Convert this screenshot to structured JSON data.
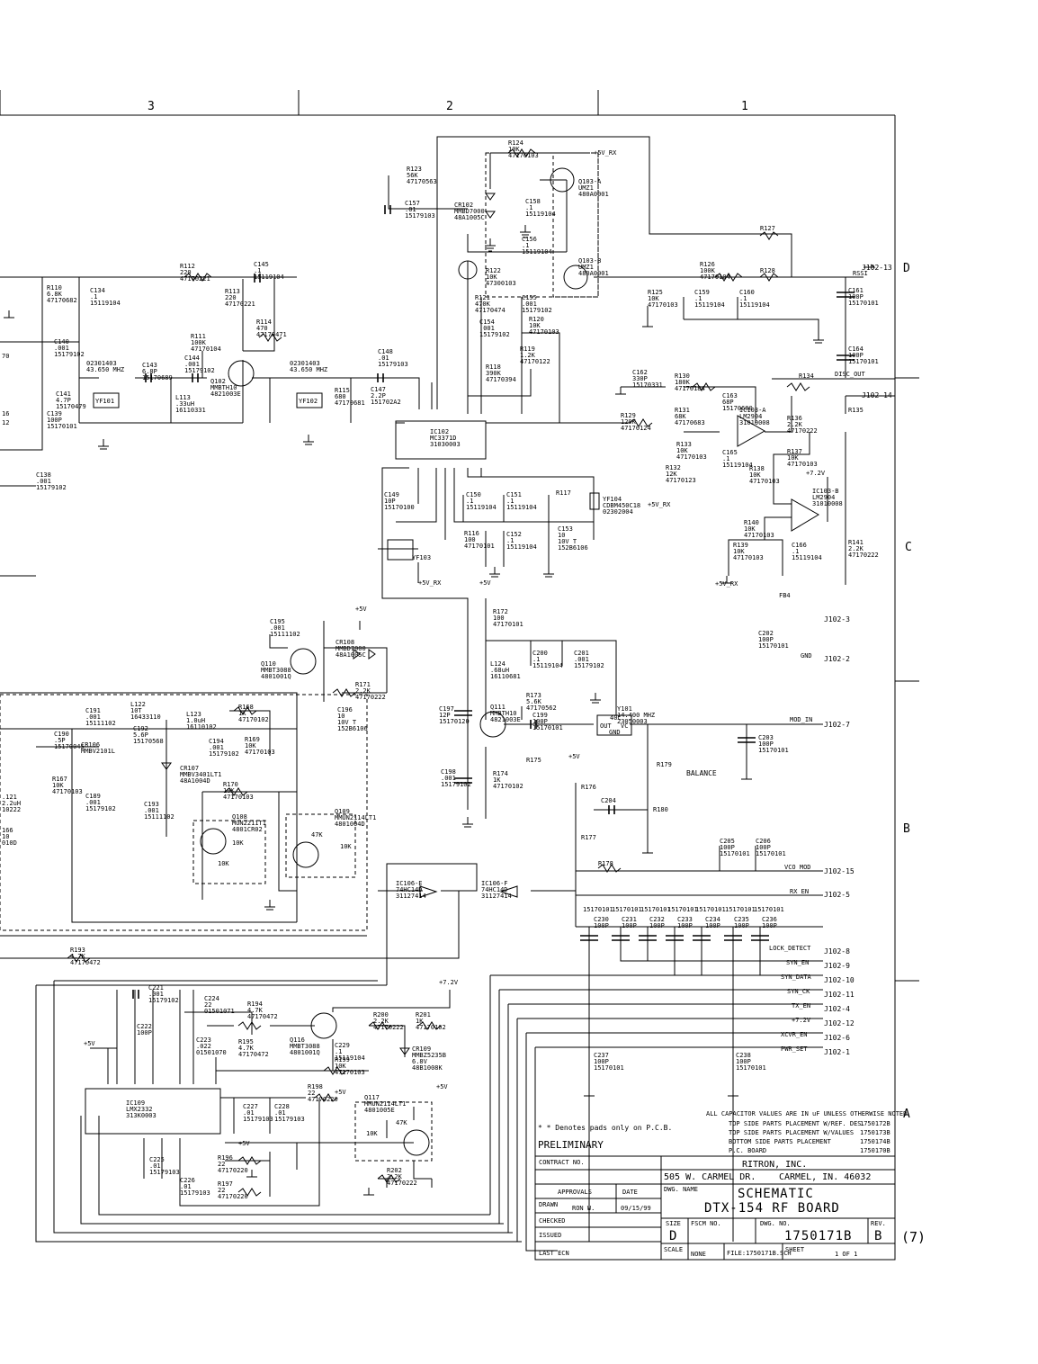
{
  "zones": {
    "top": [
      "3",
      "2",
      "1"
    ],
    "right": [
      "D",
      "C",
      "B",
      "A"
    ]
  },
  "components": {
    "R124": [
      "R124",
      "10K",
      "47170103"
    ],
    "R123": [
      "R123",
      "56K",
      "47170563"
    ],
    "C157": [
      "C157",
      ".01",
      "15179103"
    ],
    "CR102": [
      "CR102",
      "MMBD7000",
      "48A1005C"
    ],
    "C158": [
      "C158",
      ".1",
      "15119104"
    ],
    "C156": [
      "C156",
      ".1",
      "15119104"
    ],
    "Q103A": [
      "Q103-A",
      "UMZ1",
      "480A0001"
    ],
    "Q103B": [
      "Q103-B",
      "UMZ1",
      "480A0001"
    ],
    "R127": [
      "R127"
    ],
    "R126": [
      "R126",
      "100K",
      "47170104"
    ],
    "R128": [
      "R128"
    ],
    "R125": [
      "R125",
      "10K",
      "47170103"
    ],
    "C159": [
      "C159",
      ".1",
      "15119104"
    ],
    "C160": [
      "C160",
      ".1",
      "15119104"
    ],
    "C161": [
      "C161",
      "100P",
      "15170101"
    ],
    "C164": [
      "C164",
      "100P",
      "15170101"
    ],
    "R122": [
      "R122",
      "10K",
      "47300103"
    ],
    "R121": [
      "R121",
      "470K",
      "47170474"
    ],
    "C155": [
      "C155",
      ".001",
      "15179102"
    ],
    "C154": [
      "C154",
      ".001",
      "15179102"
    ],
    "R120": [
      "R120",
      "10K",
      "47170103"
    ],
    "R119": [
      "R119",
      "1.2K",
      "47170122"
    ],
    "R118": [
      "R118",
      "390K",
      "47170394"
    ],
    "R110": [
      "R110",
      "6.8K",
      "47170682"
    ],
    "C134": [
      "C134",
      ".1",
      "15119104"
    ],
    "R112": [
      "R112",
      "220",
      "47170221"
    ],
    "C145": [
      "C145",
      ".1",
      "15119104"
    ],
    "R113": [
      "R113",
      "220",
      "47170221"
    ],
    "R114": [
      "R114",
      "470",
      "47170471"
    ],
    "R111": [
      "R111",
      "100K",
      "47170104"
    ],
    "C144": [
      "C144",
      ".001",
      "15179102"
    ],
    "Q102": [
      "Q102",
      "MMBTH10",
      "4821003E"
    ],
    "C143": [
      "C143",
      "6.8P",
      "15170689"
    ],
    "L113": [
      "L113",
      ".33uH",
      "16110331"
    ],
    "C140": [
      "C140",
      ".001",
      "15179102"
    ],
    "C141": [
      "C141",
      "4.7P",
      "15170479"
    ],
    "C139": [
      "C139",
      "100P",
      "15170101"
    ],
    "C138": [
      "C138",
      ".001",
      "15179102"
    ],
    "YF101": [
      "YF101"
    ],
    "YF101_spec": [
      "02301403",
      "43.650 MHZ"
    ],
    "YF102": [
      "YF102"
    ],
    "YF102_spec": [
      "02301403",
      "43.650 MHZ"
    ],
    "R115": [
      "R115",
      "680",
      "47170681"
    ],
    "C148": [
      "C148",
      ".01",
      "15179103"
    ],
    "C147": [
      "C147",
      "2.2P",
      "151702A2"
    ],
    "IC102": [
      "IC102",
      "MC3371D",
      "31030003"
    ],
    "C162": [
      "C162",
      "330P",
      "15170331"
    ],
    "R130": [
      "R130",
      "180K",
      "47170184"
    ],
    "C163": [
      "C163",
      "68P",
      "15170680"
    ],
    "R131": [
      "R131",
      "68K",
      "47170683"
    ],
    "R129": [
      "R129",
      "120K",
      "47170124"
    ],
    "IC103A": [
      "IC103-A",
      "LM2904",
      "31010008"
    ],
    "R134": [
      "R134"
    ],
    "R135": [
      "R135"
    ],
    "R136": [
      "R136",
      "2.2K",
      "47170222"
    ],
    "R137": [
      "R137",
      "10K",
      "47170103"
    ],
    "R133": [
      "R133",
      "10K",
      "47170103"
    ],
    "R132": [
      "R132",
      "12K",
      "47170123"
    ],
    "C165": [
      "C165",
      ".1",
      "15119104"
    ],
    "R138": [
      "R138",
      "10K",
      "47170103"
    ],
    "IC103B": [
      "IC103-B",
      "LM2904",
      "31010008"
    ],
    "C149": [
      "C149",
      "10P",
      "15170100"
    ],
    "C150": [
      "C150",
      ".1",
      "15119104"
    ],
    "C151": [
      "C151",
      ".1",
      "15119104"
    ],
    "R117": [
      "R117"
    ],
    "YF104": [
      "YF104",
      "CDBM450C18",
      "02302004"
    ],
    "R116": [
      "R116",
      "100",
      "47170101"
    ],
    "C152": [
      "C152",
      ".1",
      "15119104"
    ],
    "C153": [
      "C153",
      "10",
      "10V T",
      "152B6106"
    ],
    "YF103": [
      "YF103"
    ],
    "R140": [
      "R140",
      "10K",
      "47170103"
    ],
    "R139": [
      "R139",
      "10K",
      "47170103"
    ],
    "C166": [
      "C166",
      ".1",
      "15119104"
    ],
    "R141": [
      "R141",
      "2.2K",
      "47170222"
    ],
    "C202": [
      "C202",
      "100P",
      "15170101"
    ],
    "C195": [
      "C195",
      ".001",
      "15111102"
    ],
    "Q110": [
      "Q110",
      "MMBT3088",
      "4801001Q"
    ],
    "CR108": [
      "CR108",
      "MMBD7000",
      "48A1005C"
    ],
    "R171": [
      "R171",
      "2.2K",
      "47170222"
    ],
    "C196": [
      "C196",
      "10",
      "10V T",
      "152B6106"
    ],
    "R172": [
      "R172",
      "100",
      "47170101"
    ],
    "L124": [
      "L124",
      ".68uH",
      "16110681"
    ],
    "C200": [
      "C200",
      ".1",
      "15119104"
    ],
    "C201": [
      "C201",
      ".001",
      "15179102"
    ],
    "C197": [
      "C197",
      "12P",
      "15170120"
    ],
    "Q111": [
      "Q111",
      "MMBTH10",
      "4821003E"
    ],
    "R173": [
      "R173",
      "5.6K",
      "47170562"
    ],
    "C199": [
      "C199",
      "100P",
      "15170101"
    ],
    "Y101": [
      "Y101",
      "14.400 MHZ",
      "23050003"
    ],
    "C203": [
      "C203",
      "100P",
      "15170101"
    ],
    "R179": [
      "R179"
    ],
    "R180": [
      "R180"
    ],
    "C198": [
      "C198",
      ".001",
      "15179102"
    ],
    "R174": [
      "R174",
      "1K",
      "47170102"
    ],
    "R175": [
      "R175"
    ],
    "R176": [
      "R176"
    ],
    "C204": [
      "C204"
    ],
    "R177": [
      "R177"
    ],
    "R178": [
      "R178"
    ],
    "C205": [
      "C205",
      "100P",
      "15170101"
    ],
    "C206": [
      "C206",
      "100P",
      "15170101"
    ],
    "C191": [
      "C191",
      ".001",
      "15111102"
    ],
    "L122": [
      "L122",
      "10T",
      "16433110"
    ],
    "L123": [
      "L123",
      "1.0uH",
      "16110102"
    ],
    "R168": [
      "R168",
      "1K",
      "47170102"
    ],
    "C190": [
      "C190",
      ".5P",
      "15170045"
    ],
    "CR106": [
      "CR106",
      "MMBV2101L"
    ],
    "C192": [
      "C192",
      "5.6P",
      "15170568"
    ],
    "C194": [
      "C194",
      ".001",
      "15179102"
    ],
    "R169": [
      "R169",
      "10K",
      "47170103"
    ],
    "CR107": [
      "CR107",
      "MMBV3401LT1",
      "48A1004D"
    ],
    "R167": [
      "R167",
      "10K",
      "47170103"
    ],
    "C189": [
      "C189",
      ".001",
      "15179102"
    ],
    "R170": [
      "R170",
      "10K",
      "47170103"
    ],
    "C193": [
      "C193",
      ".001",
      "15111102"
    ],
    "Q108": [
      "Q108",
      "MUN2211T1",
      "4801CR02"
    ],
    "Q109": [
      "Q109",
      "MMUN2114LT1",
      "4801004D"
    ],
    "IC106E": [
      "IC106-E",
      "74HC14D",
      "31127414"
    ],
    "IC106F": [
      "IC106-F",
      "74HC14D",
      "31127414"
    ],
    "R193": [
      "R193",
      "4.7K",
      "47170472"
    ],
    "C221": [
      "C221",
      ".001",
      "15179102"
    ],
    "C222": [
      "C222",
      "100P"
    ],
    "C224": [
      "C224",
      "22",
      "01501071"
    ],
    "R194": [
      "R194",
      "4.7K",
      "47170472"
    ],
    "C223": [
      "C223",
      ".022",
      "01501070"
    ],
    "R195": [
      "R195",
      "4.7K",
      "47170472"
    ],
    "Q116": [
      "Q116",
      "MMBT3088",
      "4801001Q"
    ],
    "R200": [
      "R200",
      "2.2K",
      "47170222"
    ],
    "R201": [
      "R201",
      "1K",
      "47170102"
    ],
    "C229": [
      "C229",
      ".1",
      "15119104"
    ],
    "CR109": [
      "CR109",
      "MMBZ5235B",
      "6.8V",
      "48B1008K"
    ],
    "R199": [
      "R199",
      "10K",
      "47170103"
    ],
    "R198": [
      "R198",
      "22",
      "47170220"
    ],
    "IC109": [
      "IC109",
      "LMX2332",
      "313K0003"
    ],
    "C227": [
      "C227",
      ".01",
      "15179103"
    ],
    "C228": [
      "C228",
      ".01",
      "15179103"
    ],
    "Q117": [
      "Q117",
      "MMUN2114LT1",
      "4801005E"
    ],
    "R202": [
      "R202",
      "2.2K",
      "47170222"
    ],
    "C225": [
      "C225",
      ".01",
      "15179103"
    ],
    "C226": [
      "C226",
      ".01",
      "15179103"
    ],
    "R196": [
      "R196",
      "22",
      "47170220"
    ],
    "R197": [
      "R197",
      "22",
      "47170220"
    ],
    "C230": [
      "C230",
      "100P"
    ],
    "C231": [
      "C231",
      "100P"
    ],
    "C232": [
      "C232",
      "100P"
    ],
    "C233": [
      "C233",
      "100P"
    ],
    "C234": [
      "C234",
      "100P"
    ],
    "C235": [
      "C235",
      "100P"
    ],
    "C236": [
      "C236",
      "100P"
    ],
    "C237": [
      "C237",
      "100P",
      "15170101"
    ],
    "C238": [
      "C238",
      "100P",
      "15170101"
    ],
    "L121_frag": [
      ".121",
      "2.2uH",
      "10222"
    ],
    "R166_frag": [
      "166",
      "10",
      "010D"
    ]
  },
  "left_fragments": [
    "16",
    "12",
    "70"
  ],
  "cap_partnumber_row": "15170101",
  "values": {
    "r_10k": "10K",
    "r_47k": "47K",
    "r_47k_small": "47K"
  },
  "power": {
    "p5v_rx": "+5V_RX",
    "p5v": "+5V",
    "p7v2": "+7.2V",
    "fb4": "FB4",
    "gnd": "GND"
  },
  "nets": {
    "rssi": "RSSI",
    "disc_out": "DISC_OUT",
    "mod_in": "MOD_IN",
    "vco_mod": "VCO_MOD",
    "rx_en": "RX_EN",
    "lock_detect": "LOCK_DETECT",
    "syn_en": "SYN_EN",
    "syn_data": "SYN_DATA",
    "syn_ck": "SYN_CK",
    "tx_en": "TX_EN",
    "v72": "+7.2V",
    "xcvr_en": "XCVR_EN",
    "pwr_set": "PWR_SET",
    "balance": "BALANCE"
  },
  "connectors": {
    "j13": "J102-13",
    "j14": "J102-14",
    "j3": "J102-3",
    "j2": "J102-2",
    "j7": "J102-7",
    "j15": "J102-15",
    "j5": "J102-5",
    "j8": "J102-8",
    "j9": "J102-9",
    "j10": "J102-10",
    "j11": "J102-11",
    "j4": "J102-4",
    "j12": "J102-12",
    "j6": "J102-6",
    "j1": "J102-1"
  },
  "pins": {
    "y101_top": "40C",
    "y101_out": "OUT",
    "y101_vc": "VC",
    "y101_gnd": "GND"
  },
  "notes": {
    "cap_values": "ALL CAPACITOR VALUES ARE IN uF UNLESS OTHERWISE NOTED.",
    "pads": "* *  Denotes pads only on P.C.B.",
    "preliminary": "PRELIMINARY",
    "refs": [
      {
        "text": "TOP SIDE PARTS PLACEMENT W/REF. DES.",
        "num": "1750172B"
      },
      {
        "text": "TOP SIDE PARTS PLACEMENT W/VALUES",
        "num": "1750173B"
      },
      {
        "text": "BOTTOM SIDE PARTS PLACEMENT",
        "num": "1750174B"
      },
      {
        "text": "P.C. BOARD",
        "num": "1750170B"
      }
    ]
  },
  "title_block": {
    "contract_no": "CONTRACT NO.",
    "company": "RITRON, INC.",
    "address": "505 W. CARMEL DR.",
    "city": "CARMEL, IN. 46032",
    "approvals": "APPROVALS",
    "date": "DATE",
    "dwg_name": "DWG. NAME",
    "schematic": "SCHEMATIC",
    "board": "DTX-154 RF BOARD",
    "drawn": "DRAWN",
    "drawn_by": "RON W.",
    "drawn_date": "09/15/99",
    "checked": "CHECKED",
    "issued": "ISSUED",
    "last_ecn": "LAST ECN",
    "size_label": "SIZE",
    "size": "D",
    "fscm": "FSCM NO.",
    "dwg_no_label": "DWG. NO.",
    "dwg_no": "1750171B",
    "rev_label": "REV.",
    "rev": "B",
    "scale_label": "SCALE",
    "scale": "NONE",
    "file": "FILE:1750171B.SCH",
    "sheet_label": "SHEET",
    "sheet": "1  OF  1",
    "page": "(7)"
  }
}
